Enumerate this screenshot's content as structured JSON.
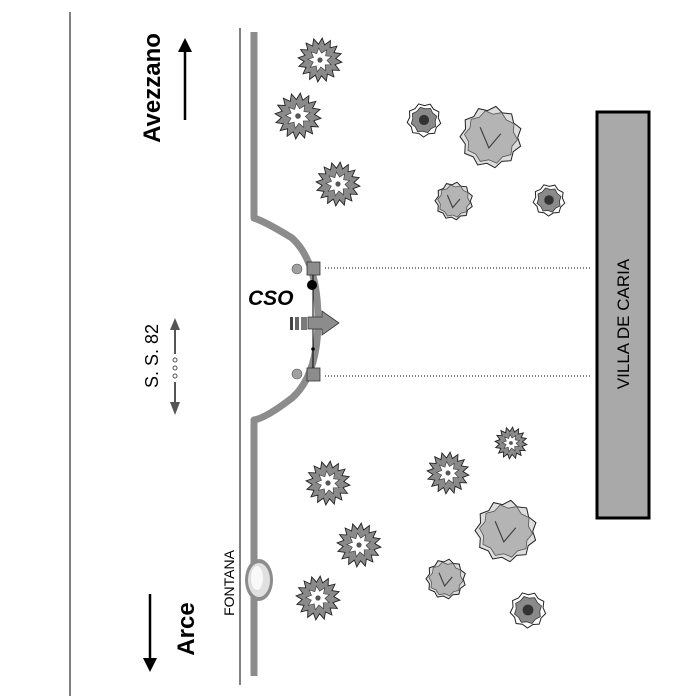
{
  "labels": {
    "top_destination": "Avezzano",
    "bottom_destination": "Arce",
    "road": "S. S. 82",
    "fountain": "FONTANA",
    "station": "CSO",
    "villa": "VILLA DE CARIA"
  },
  "colors": {
    "road": "#8c8c8c",
    "villa_fill": "#a9a9a9",
    "tree_fill": "#8a8a8a",
    "shrub_fill": "#b4b4b4",
    "ink": "#000000"
  },
  "icons": [
    "tree-icon",
    "shrub-icon",
    "fountain-icon",
    "sensor-icon",
    "vehicle-arrow-icon",
    "direction-arrow-icon"
  ]
}
